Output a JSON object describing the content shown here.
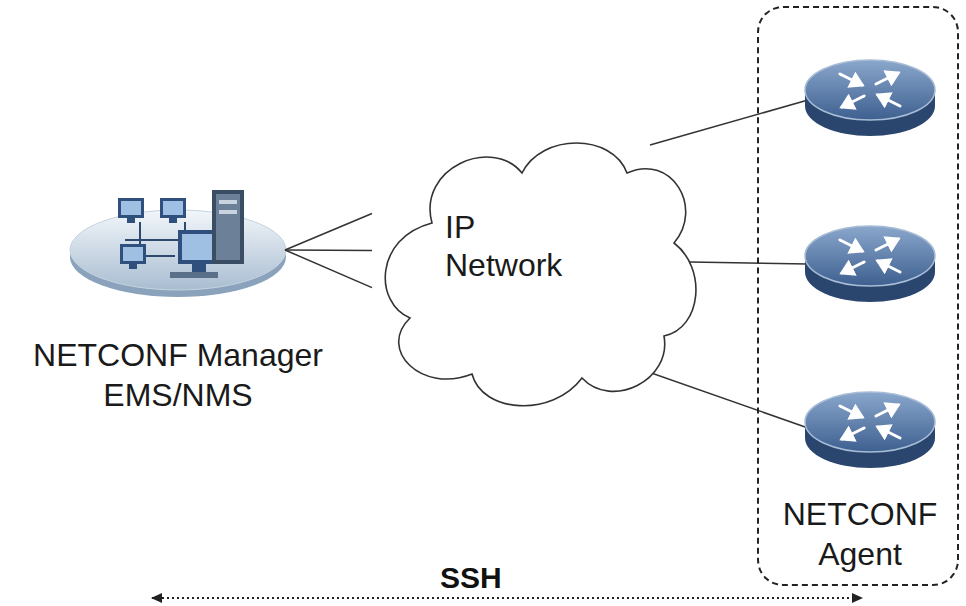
{
  "diagram": {
    "nodes": [
      {
        "text": [
          "NETCONF Manager EMS/NMS"
        ]
      },
      {
        "text": [
          "IP Network"
        ]
      },
      {
        "text": [
          "NETCONF Agent"
        ]
      }
    ],
    "edges": [
      {
        "from": 0,
        "to": 1,
        "arrow": "none"
      },
      {
        "from": 0,
        "to": 1,
        "arrow": "none"
      },
      {
        "from": 0,
        "to": 1,
        "arrow": "none"
      }
    ],
    "labels": [
      "SSH"
    ]
  }
}
